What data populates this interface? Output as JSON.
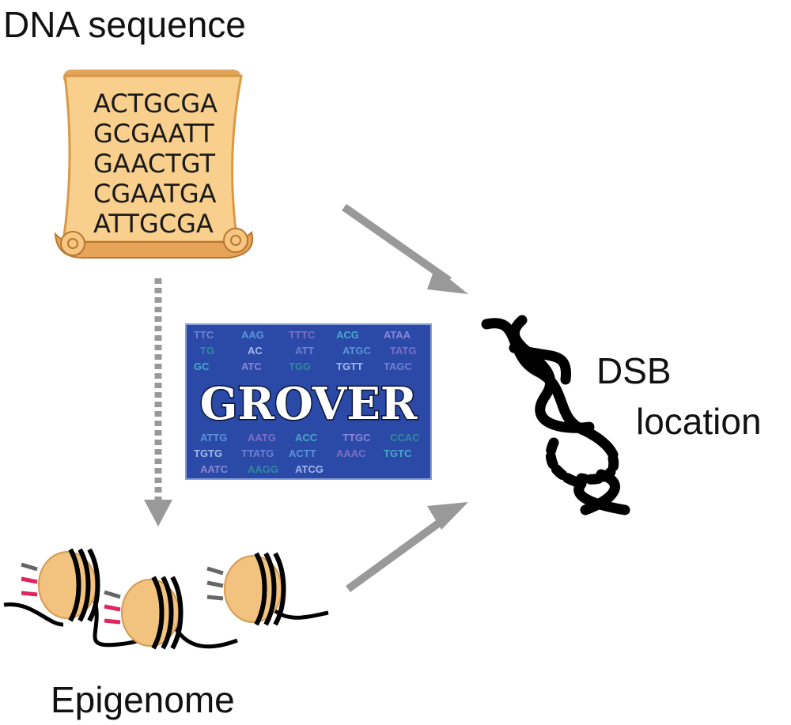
{
  "labels": {
    "dna_sequence": "DNA sequence",
    "epigenome": "Epigenome",
    "dsb_line1": "DSB",
    "dsb_line2": "location"
  },
  "scroll": {
    "sequence_lines": [
      "ACTGCGA",
      "GCGAATT",
      "GAACTGT",
      "CGAATGA",
      "ATTGCGA"
    ]
  },
  "logo": {
    "title": "GROVER",
    "cloud_words": [
      "TTC",
      "AAG",
      "TTTC",
      "ACG",
      "ATAA",
      "TG",
      "AC",
      "ATT",
      "ATGC",
      "TATG",
      "GC",
      "ATC",
      "TGG",
      "TGTT",
      "TAGC",
      "ATTG",
      "AATG",
      "ACC",
      "TTGC",
      "CCAC",
      "TGTG",
      "TTATG",
      "ACTT",
      "AAAC",
      "TGTC",
      "AATC",
      "AAGG",
      "ATCG"
    ]
  },
  "colors": {
    "arrow": "#999999",
    "scroll": "#f5c27a",
    "logo_bg": "#2b4aa8",
    "nucleosome": "#f2c27f",
    "mark_red": "#e0245e",
    "mark_grey": "#666666"
  }
}
